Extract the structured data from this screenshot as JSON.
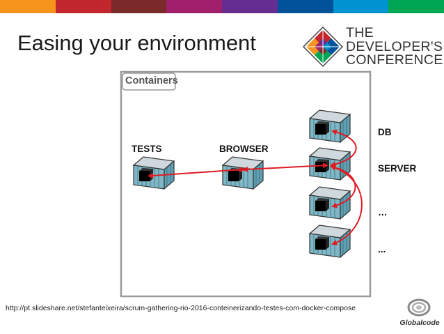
{
  "colors": {
    "bar": [
      "#f7941d",
      "#c1272d",
      "#7a2a2a",
      "#a1206c",
      "#662d91",
      "#00539b",
      "#0093d0",
      "#00a651"
    ],
    "container_box": "#9a9a9a",
    "container_fill": "#7fb7c6",
    "arrow": "#e01b22"
  },
  "slide": {
    "title": "Easing your environment"
  },
  "logo": {
    "line1": "THE",
    "line2": "DEVELOPER'S",
    "line3": "CONFERENCE"
  },
  "diagram": {
    "box_label": "Containers",
    "tests_label": "TESTS",
    "browser_label": "BROWSER",
    "db_label": "DB",
    "server_label": "SERVER",
    "ellipsis1": "…",
    "ellipsis2": "..."
  },
  "footer": {
    "url": "http://pt.slideshare.net/stefanteixeira/scrum-gathering-rio-2016-conteinerizando-testes-com-docker-compose",
    "brand": "Globalcode"
  }
}
